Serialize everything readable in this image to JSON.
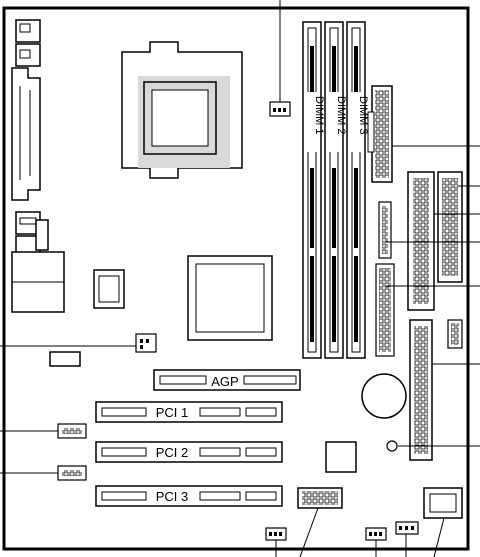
{
  "diagram": {
    "dimm_slots": [
      {
        "label": "DIMM 1"
      },
      {
        "label": "DIMM 2"
      },
      {
        "label": "DIMM 3"
      }
    ],
    "agp_slot": {
      "label": "AGP"
    },
    "pci_slots": [
      {
        "label": "PCI 1"
      },
      {
        "label": "PCI 2"
      },
      {
        "label": "PCI 3"
      }
    ]
  }
}
